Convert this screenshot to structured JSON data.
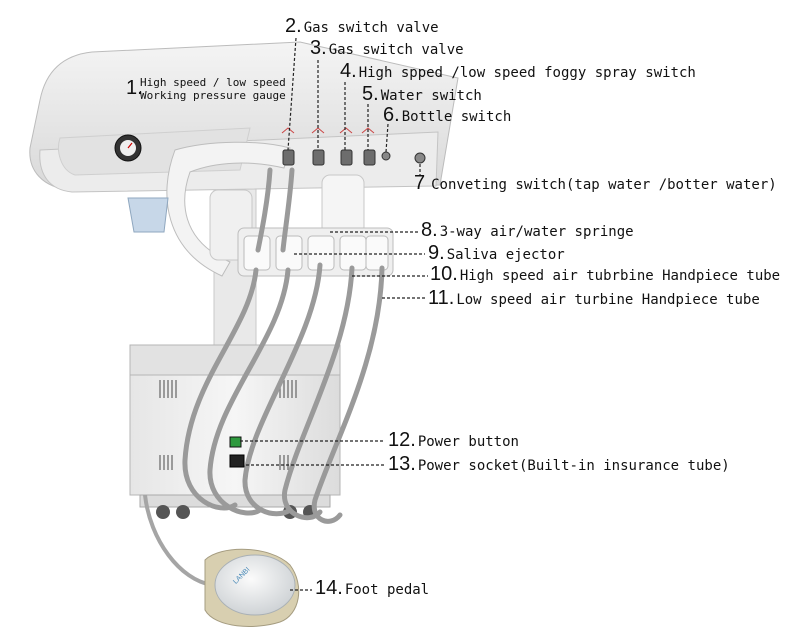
{
  "labels": [
    {
      "num": "1.",
      "lines": [
        "High speed / low speed",
        "Working pressure gauge"
      ]
    },
    {
      "num": "2.",
      "text": "Gas switch valve"
    },
    {
      "num": "3.",
      "text": "Gas switch valve"
    },
    {
      "num": "4.",
      "text": "High spped /low speed foggy spray switch"
    },
    {
      "num": "5.",
      "text": "Water switch"
    },
    {
      "num": "6.",
      "text": "Bottle switch"
    },
    {
      "num": "7",
      "text": "Conveting switch(tap water /botter water)"
    },
    {
      "num": "8.",
      "text": "3-way air/water springe"
    },
    {
      "num": "9.",
      "text": "Saliva ejector"
    },
    {
      "num": "10.",
      "text": "High speed air tubrbine Handpiece tube"
    },
    {
      "num": "11.",
      "text": "Low speed air turbine Handpiece tube"
    },
    {
      "num": "12.",
      "text": "Power button"
    },
    {
      "num": "13.",
      "text": "Power socket(Built-in insurance tube)"
    },
    {
      "num": "14.",
      "text": "Foot pedal"
    }
  ],
  "pedal_brand": "LANBI"
}
